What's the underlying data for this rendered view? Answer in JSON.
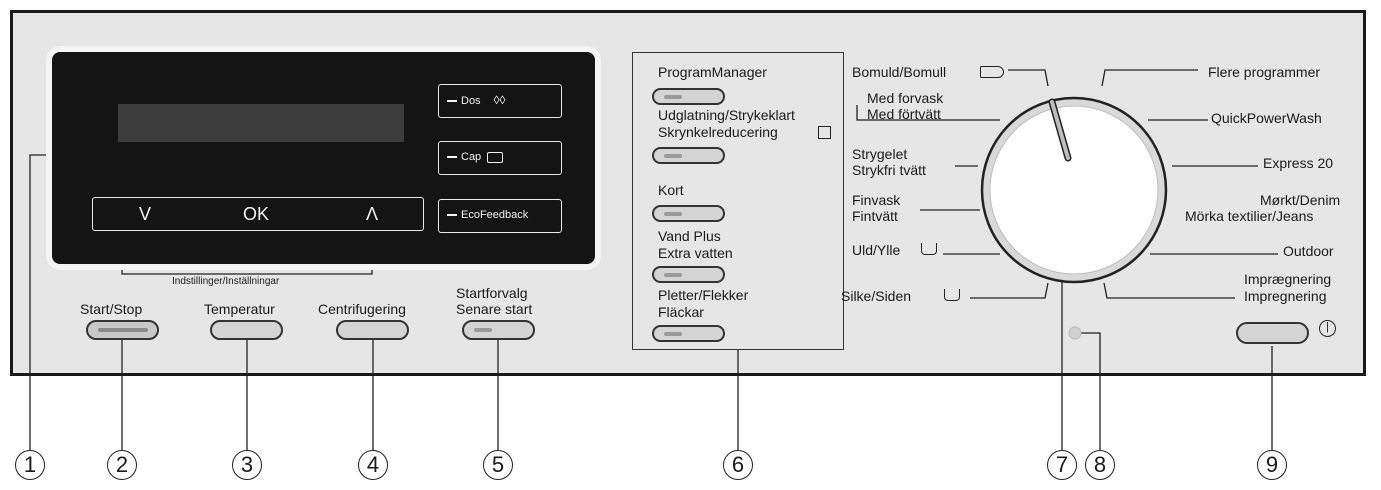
{
  "display": {
    "arrow_down": "V",
    "ok": "OK",
    "arrow_up": "Λ",
    "dos_label": "Dos",
    "dos_icon": "💧",
    "cap_label": "Cap",
    "ecofeedback_label": "EcoFeedback",
    "settings_label": "Indstillinger/Inställningar"
  },
  "buttons": {
    "start_stop": "Start/Stop",
    "temperatur": "Temperatur",
    "centrifugering": "Centrifugering",
    "startforvalg_1": "Startforvalg",
    "startforvalg_2": "Senare start"
  },
  "program_box": {
    "program_manager": "ProgramManager",
    "udglatning_1": "Udglatning/Strykeklart",
    "udglatning_2": "Skrynkelreducering",
    "kort": "Kort",
    "vand_plus_1": "Vand Plus",
    "vand_plus_2": "Extra vatten",
    "pletter_1": "Pletter/Flekker",
    "pletter_2": "Fläckar"
  },
  "dial_left": {
    "bomuld": "Bomuld/Bomull",
    "med_forvask_1": "Med forvask",
    "med_forvask_2": "Med förtvätt",
    "strygelet_1": "Strygelet",
    "strygelet_2": "Strykfri tvätt",
    "finvask_1": "Finvask",
    "finvask_2": "Fintvätt",
    "uld": "Uld/Ylle",
    "silke": "Silke/Siden"
  },
  "dial_right": {
    "flere": "Flere programmer",
    "quickpower": "QuickPowerWash",
    "express": "Express 20",
    "morkt_1": "Mørkt/Denim",
    "morkt_2": "Mörka textilier/Jeans",
    "outdoor": "Outdoor",
    "impraegnering_1": "Imprægnering",
    "impraegnering_2": "Impregnering"
  },
  "power_symbol": "⏽",
  "callouts": [
    "1",
    "2",
    "3",
    "4",
    "5",
    "6",
    "7",
    "8",
    "9"
  ],
  "colors": {
    "panel": "#e6e6e6",
    "display": "#141414",
    "button": "#d4d4d4"
  }
}
